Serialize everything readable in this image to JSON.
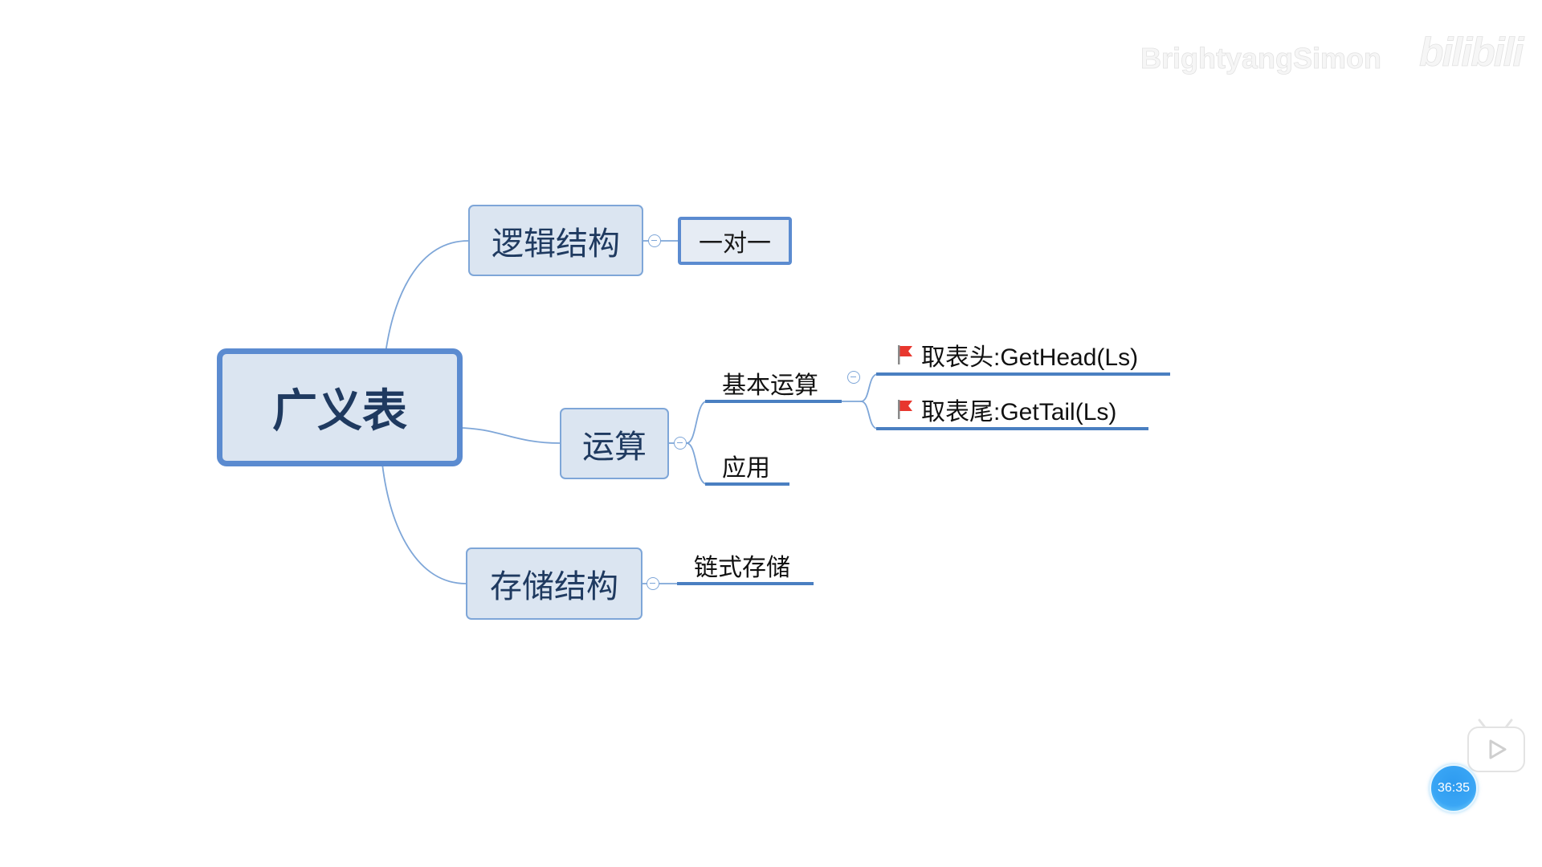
{
  "mindmap": {
    "root": {
      "label": "广义表"
    },
    "branches": [
      {
        "label": "逻辑结构",
        "children": [
          {
            "label": "一对一"
          }
        ]
      },
      {
        "label": "运算",
        "children": [
          {
            "label": "基本运算",
            "children": [
              {
                "label": "取表头:GetHead(Ls)",
                "marker": "red-flag-icon"
              },
              {
                "label": "取表尾:GetTail(Ls)",
                "marker": "red-flag-icon"
              }
            ]
          },
          {
            "label": "应用"
          }
        ]
      },
      {
        "label": "存储结构",
        "children": [
          {
            "label": "链式存储"
          }
        ]
      }
    ]
  },
  "watermark": {
    "author": "BrightyangSimon",
    "logo": "bilibili"
  },
  "player": {
    "timer": "36:35",
    "tv_icon": "bilibili-tv-icon"
  },
  "colors": {
    "background": "#ffffff",
    "topic_fill": "#dbe5f1",
    "topic_border": "#7ea6d8",
    "root_border": "#5b8bd0",
    "topic_text": "#1f3a60",
    "line": "#7ea6d8",
    "underline": "#4a7fc1",
    "leaf_box_fill": "#e6ecf4",
    "flag": "#e8372e",
    "timer_bg": "#2e9bf0"
  }
}
